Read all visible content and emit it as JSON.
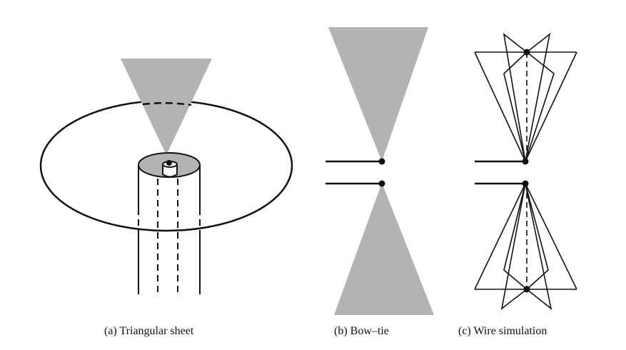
{
  "colors": {
    "sheet_fill": "#b3b3b3",
    "line": "#111111",
    "background": "#ffffff"
  },
  "captions": {
    "a": "(a)  Triangular sheet",
    "b": "(b)  Bow–tie",
    "c": "(c)  Wire simulation"
  }
}
